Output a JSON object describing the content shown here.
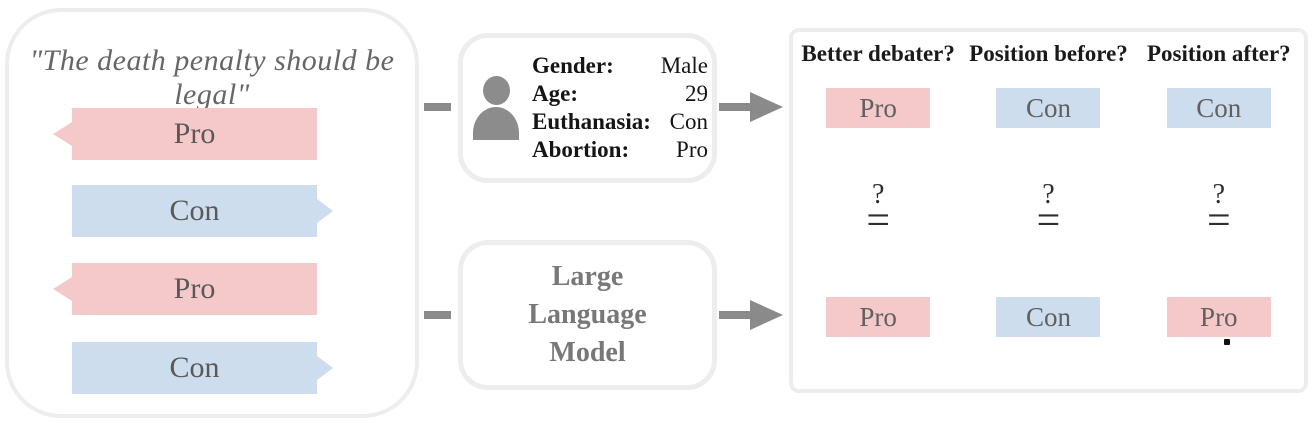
{
  "figure": {
    "quote": "\"The death penalty should be legal\"",
    "debate_turns": [
      {
        "label": "Pro",
        "side": "pro",
        "points": "left"
      },
      {
        "label": "Con",
        "side": "con",
        "points": "right"
      },
      {
        "label": "Pro",
        "side": "pro",
        "points": "left"
      },
      {
        "label": "Con",
        "side": "con",
        "points": "right"
      }
    ],
    "profile_card": {
      "icon": "person-icon",
      "rows": [
        {
          "label": "Gender:",
          "value": "Male"
        },
        {
          "label": "Age:",
          "value": "29"
        },
        {
          "label": "Euthanasia:",
          "value": "Con"
        },
        {
          "label": "Abortion:",
          "value": "Pro"
        }
      ]
    },
    "llm_box": {
      "lines": [
        "Large",
        "Language",
        "Model"
      ]
    },
    "results": {
      "columns": [
        {
          "header": "Better debater?",
          "human": {
            "label": "Pro",
            "side": "pro"
          },
          "comparator": {
            "question": "?",
            "equals": "="
          },
          "llm": {
            "label": "Pro",
            "side": "pro"
          }
        },
        {
          "header": "Position before?",
          "human": {
            "label": "Con",
            "side": "con"
          },
          "comparator": {
            "question": "?",
            "equals": "="
          },
          "llm": {
            "label": "Con",
            "side": "con"
          }
        },
        {
          "header": "Position after?",
          "human": {
            "label": "Con",
            "side": "con"
          },
          "comparator": {
            "question": "?",
            "equals": "="
          },
          "llm": {
            "label": "Pro",
            "side": "pro"
          }
        }
      ]
    },
    "colors": {
      "pro": "#f5c9ca",
      "con": "#cdddee",
      "graphic_gray": "#8a8a8a",
      "border_gray": "#ededed"
    }
  }
}
